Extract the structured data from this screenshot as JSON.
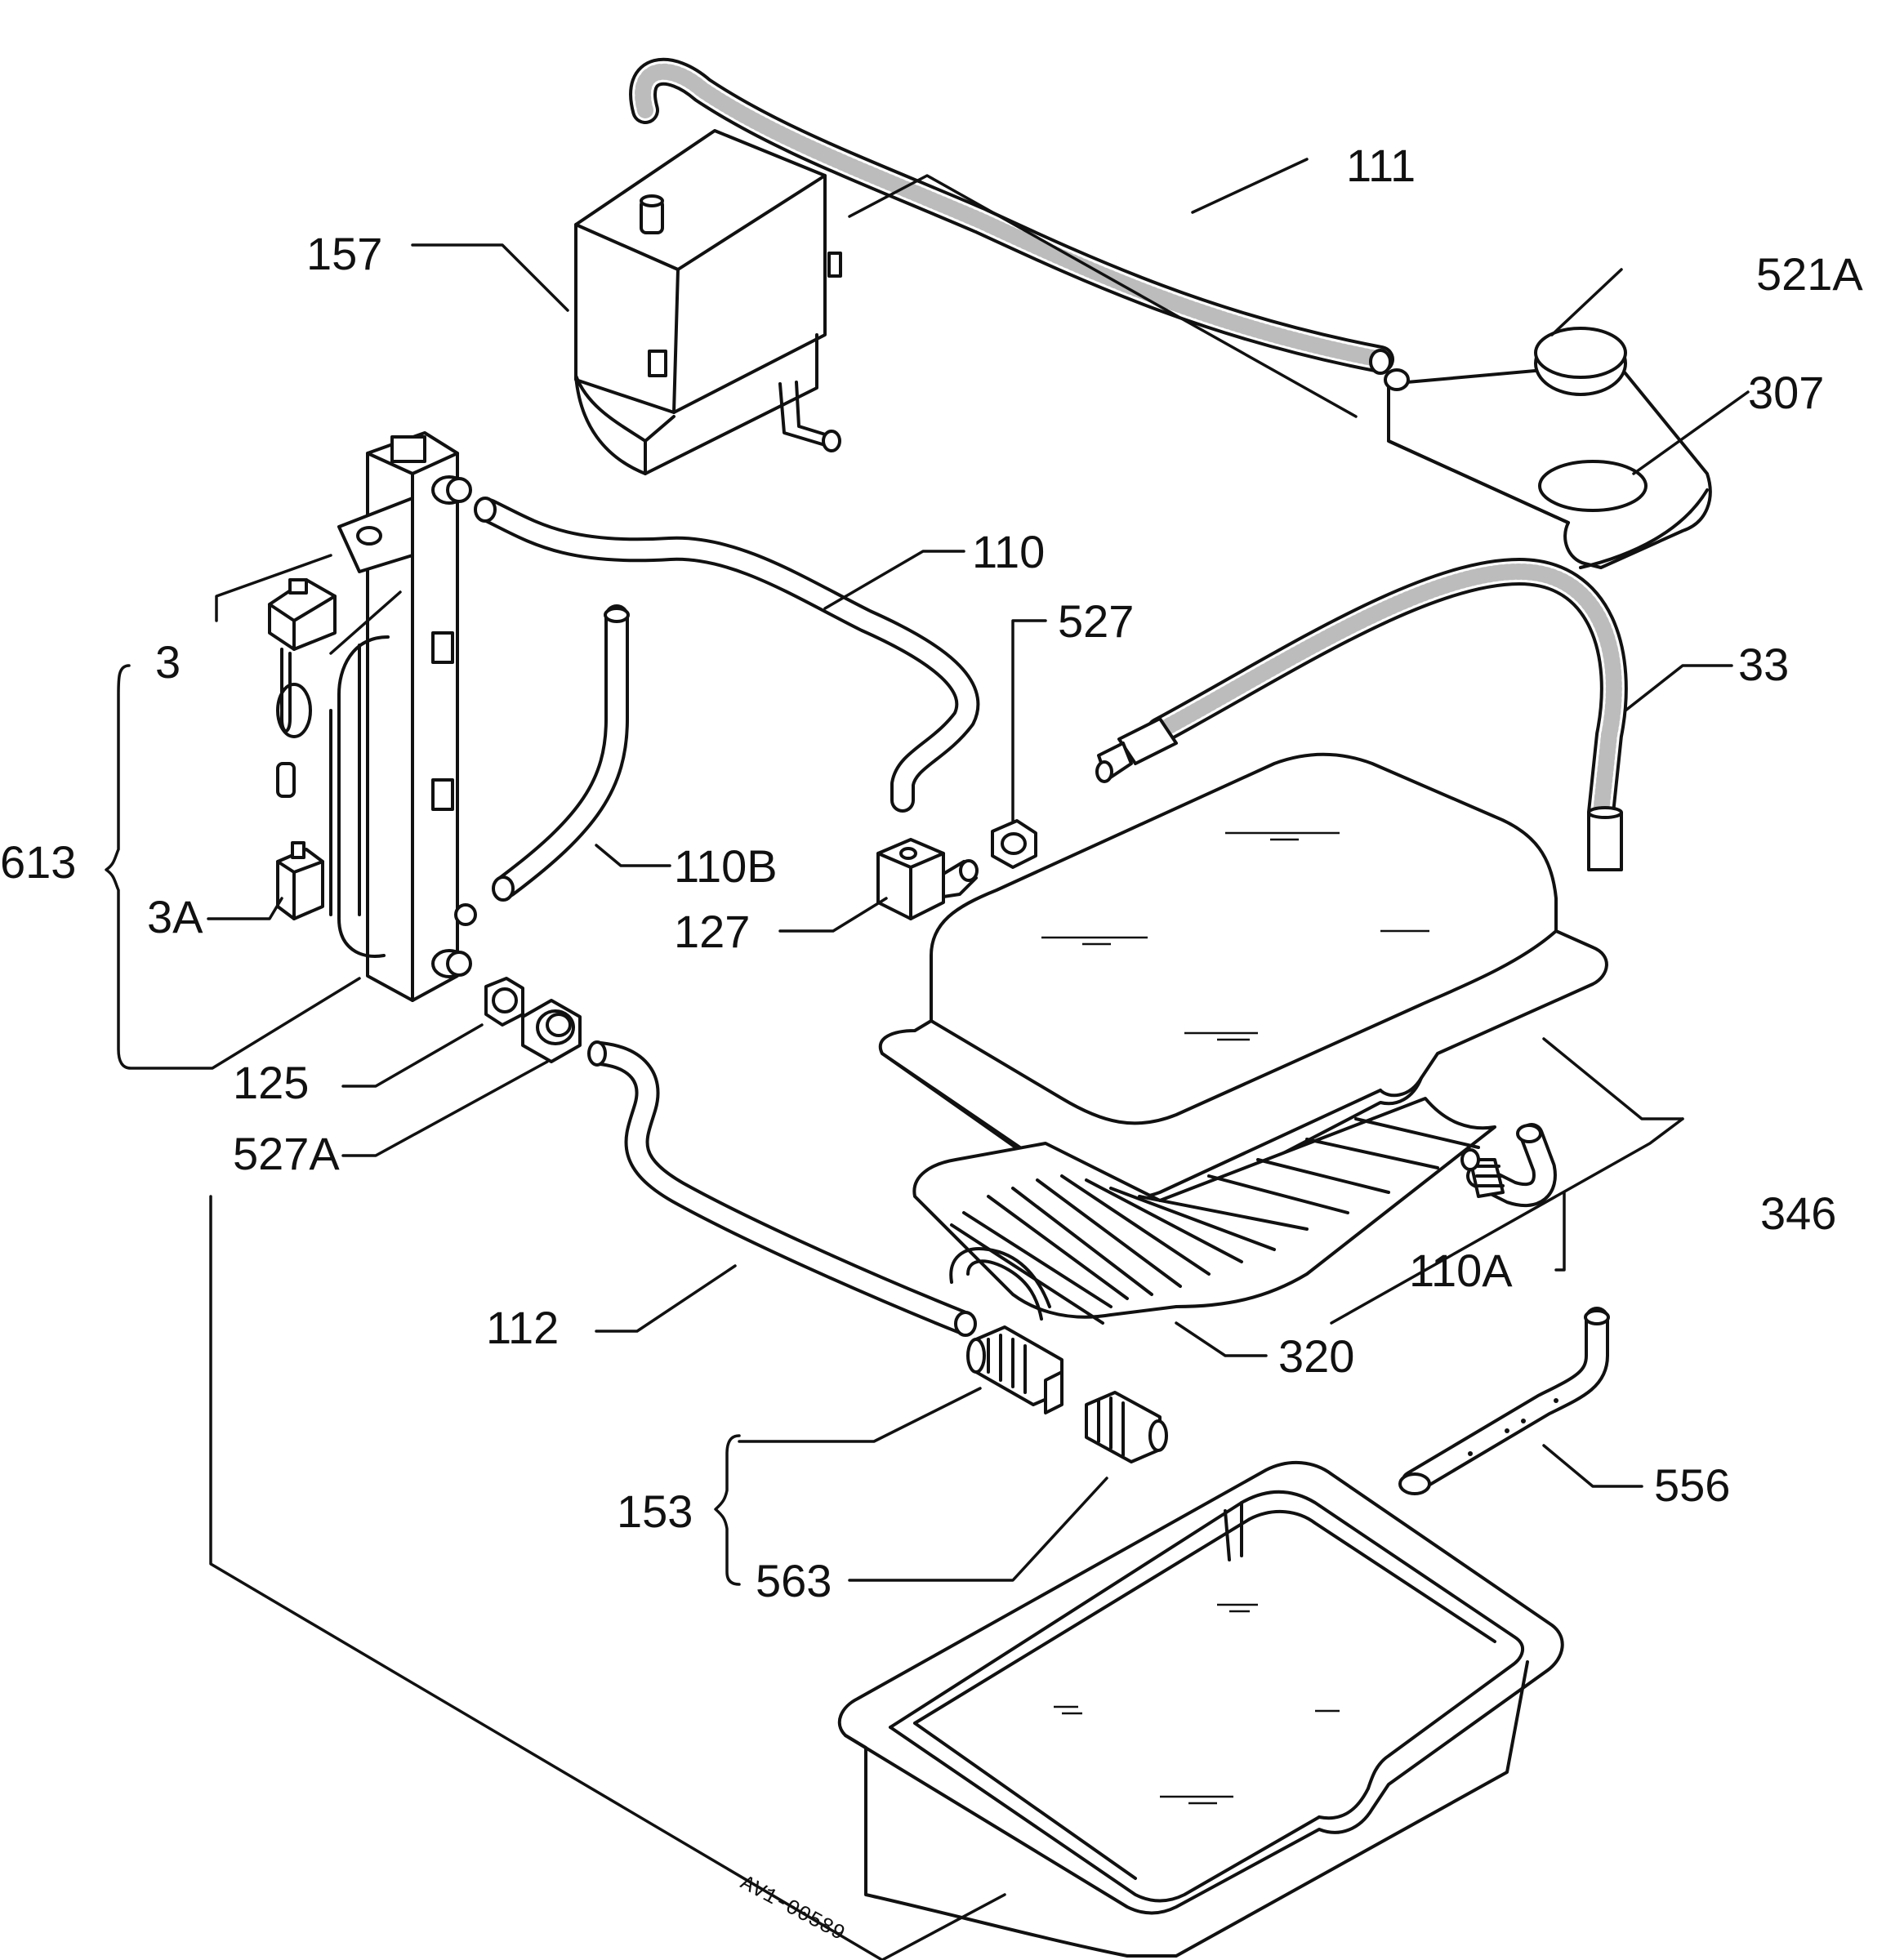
{
  "diagram": {
    "drawing_code": "AV1-00589",
    "parts": [
      {
        "id": "111",
        "label": "111"
      },
      {
        "id": "157",
        "label": "157"
      },
      {
        "id": "521A",
        "label": "521A"
      },
      {
        "id": "307",
        "label": "307"
      },
      {
        "id": "110",
        "label": "110"
      },
      {
        "id": "527",
        "label": "527"
      },
      {
        "id": "3",
        "label": "3"
      },
      {
        "id": "33",
        "label": "33"
      },
      {
        "id": "613",
        "label": "613"
      },
      {
        "id": "110B",
        "label": "110B"
      },
      {
        "id": "3A",
        "label": "3A"
      },
      {
        "id": "127",
        "label": "127"
      },
      {
        "id": "125",
        "label": "125"
      },
      {
        "id": "527A",
        "label": "527A"
      },
      {
        "id": "346",
        "label": "346"
      },
      {
        "id": "110A",
        "label": "110A"
      },
      {
        "id": "112",
        "label": "112"
      },
      {
        "id": "320",
        "label": "320"
      },
      {
        "id": "153",
        "label": "153"
      },
      {
        "id": "556",
        "label": "556"
      },
      {
        "id": "563",
        "label": "563"
      }
    ]
  }
}
